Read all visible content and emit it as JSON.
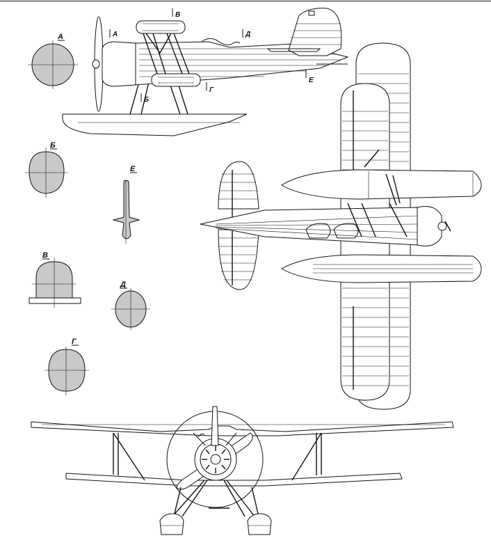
{
  "labels": {
    "sec_a": "А",
    "sec_b": "Б",
    "sec_v": "В",
    "sec_g": "Г",
    "sec_d": "Д",
    "sec_e": "Е"
  }
}
